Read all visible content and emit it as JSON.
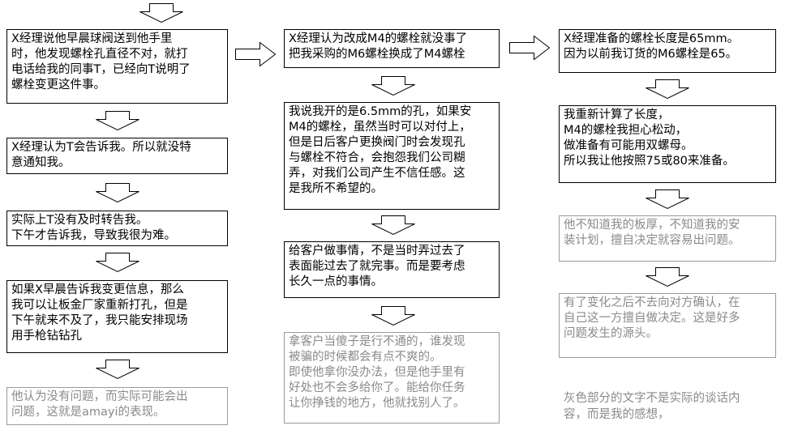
{
  "flowchart": {
    "col1": [
      {
        "text": "X经理说他早晨球阀送到他手里\n时，他发现螺栓孔直径不对，就打\n电话给我的同事T，已经向T说明了\n螺栓变更这件事。",
        "gray": false
      },
      {
        "text": "X经理认为T会告诉我。所以就没特\n意通知我。",
        "gray": false
      },
      {
        "text": "实际上T没有及时转告我。\n下午才告诉我，导致我很为难。",
        "gray": false
      },
      {
        "text": "如果X早晨告诉我变更信息，那么\n我可以让板金厂家重新打孔，但是\n下午就来不及了，我只能安排现场\n用手枪钻钻孔",
        "gray": false
      },
      {
        "text": "他认为没有问题，而实际可能会出\n问题，这就是amayi的表现。",
        "gray": true
      }
    ],
    "col2": [
      {
        "text": "X经理认为改成M4的螺栓就没事了\n把我采购的M6螺栓换成了M4螺栓",
        "gray": false
      },
      {
        "text": "我说我开的是6.5mm的孔，如果安\nM4的螺栓，虽然当时可以对付上，\n但是日后客户更换阀门时会发现孔\n与螺栓不符合，会抱怨我们公司糊\n弄，对我们公司产生不信任感。这\n是我所不希望的。",
        "gray": false
      },
      {
        "text": "给客户做事情，不是当时弄过去了\n表面能过去了就完事。而是要考虑\n长久一点的事情。",
        "gray": false
      },
      {
        "text": "拿客户当傻子是行不通的，谁发现\n被骗的时候都会有点不爽的。\n即使他拿你没办法，但是他手里有\n好处也不会多给你了。能给你任务\n让你挣钱的地方，他就找别人了。",
        "gray": true
      }
    ],
    "col3": [
      {
        "text": "X经理准备的螺栓长度是65mm。\n因为以前我订货的M6螺栓是65。",
        "gray": false
      },
      {
        "text": "我重新计算了长度，\nM4的螺栓我担心松动，\n做准备有可能用双螺母。\n所以我让他按照75或80来准备。",
        "gray": false
      },
      {
        "text": "他不知道我的板厚，不知道我的安\n装计划，擅自决定就容易出问题。",
        "gray": true
      },
      {
        "text": "有了变化之后不去向对方确认，在\n自己这一方擅自做决定。这是好多\n问题发生的源头。",
        "gray": true
      }
    ],
    "legend_note": "灰色部分的文字不是实际的谈话内\n容，而是我的感想，"
  }
}
